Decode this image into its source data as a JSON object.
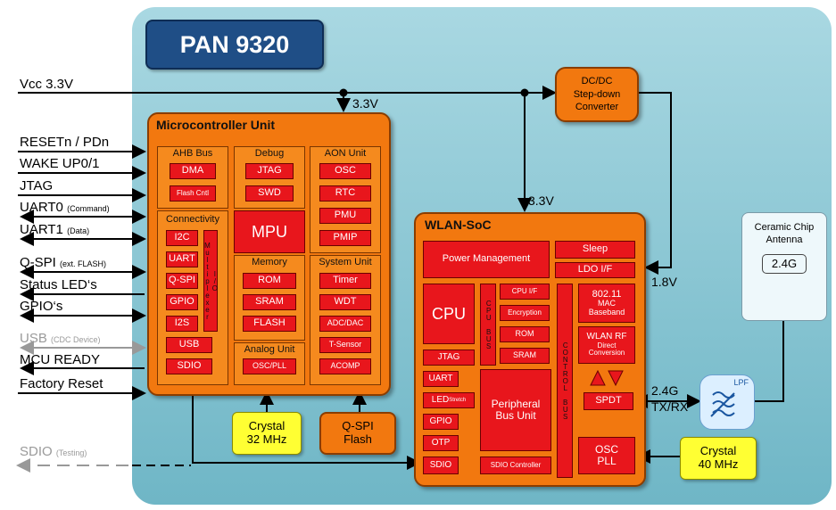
{
  "title": "PAN 9320",
  "signals": {
    "vcc": "Vcc 3.3V",
    "reset": "RESETn / PDn",
    "wakeup": "WAKE UP0/1",
    "jtag": "JTAG",
    "uart0": "UART0",
    "uart0_note": "(Command)",
    "uart1": "UART1",
    "uart1_note": "(Data)",
    "qspi": "Q-SPI",
    "qspi_note": "(ext. FLASH)",
    "status_led": "Status LED‘s",
    "gpio": "GPIO‘s",
    "usb": "USB",
    "usb_note": "(CDC Device)",
    "mcu_ready": "MCU READY",
    "factory_reset": "Factory Reset",
    "sdio_test": "SDIO",
    "sdio_test_note": "(Testing)"
  },
  "voltages": {
    "mcu_33": "3.3V",
    "wlan_33": "3.3V",
    "v18": "1.8V"
  },
  "dcdc": [
    "DC/DC",
    "Step-down",
    "Converter"
  ],
  "mcu": {
    "title": "Microcontroller Unit",
    "ahb": {
      "header": "AHB Bus",
      "items": [
        "DMA",
        "Flash Cntl"
      ]
    },
    "debug": {
      "header": "Debug",
      "items": [
        "JTAG",
        "SWD"
      ]
    },
    "aon": {
      "header": "AON Unit",
      "items": [
        "OSC",
        "RTC",
        "PMU",
        "PMIP"
      ]
    },
    "mpu": "MPU",
    "connectivity": {
      "header": "Connectivity",
      "items": [
        "I2C",
        "UART",
        "Q-SPI",
        "GPIO",
        "I2S",
        "USB",
        "SDIO"
      ],
      "mux": "I/O Multiplexer"
    },
    "memory": {
      "header": "Memory",
      "items": [
        "ROM",
        "SRAM",
        "FLASH"
      ]
    },
    "system": {
      "header": "System Unit",
      "items": [
        "Timer",
        "WDT",
        "ADC/DAC",
        "T-Sensor",
        "ACOMP"
      ]
    },
    "analog": {
      "header": "Analog Unit",
      "item": "OSC/PLL"
    }
  },
  "crystal32": [
    "Crystal",
    "32 MHz"
  ],
  "qspi_flash": [
    "Q-SPI",
    "Flash"
  ],
  "wlan": {
    "title": "WLAN-SoC",
    "power": "Power Management",
    "sleep": "Sleep",
    "ldo": "LDO I/F",
    "cpu": "CPU",
    "cpu_bus": "CPU BUS",
    "control_bus": "CONTROL BUS",
    "cpu_if": "CPU I/F",
    "encryption": "Encryption",
    "rom": "ROM",
    "sram": "SRAM",
    "mac": [
      "802.11",
      "MAC",
      "Baseband"
    ],
    "rf": [
      "WLAN RF",
      "Direct",
      "Conversion"
    ],
    "spdt": "SPDT",
    "left": [
      "JTAG",
      "UART",
      "LED",
      "GPIO",
      "OTP",
      "SDIO"
    ],
    "led_note": "Stretch",
    "peripheral": [
      "Peripheral",
      "Bus Unit"
    ],
    "sdio_ctrl": "SDIO Controller",
    "osc": [
      "OSC",
      "PLL"
    ]
  },
  "rf_label": [
    "2.4G",
    "TX/RX"
  ],
  "lpf": "LPF",
  "antenna": {
    "title": [
      "Ceramic Chip",
      "Antenna"
    ],
    "band": "2.4G"
  },
  "crystal40": [
    "Crystal",
    "40 MHz"
  ]
}
